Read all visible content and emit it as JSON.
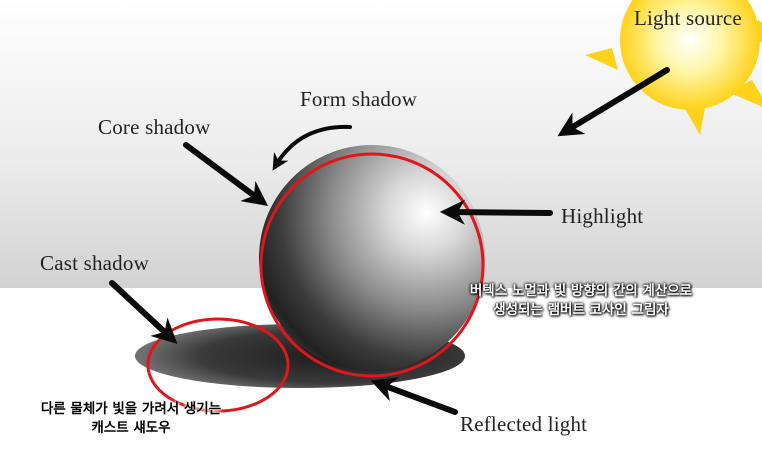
{
  "labels": {
    "light_source": "Light source",
    "form_shadow": "Form shadow",
    "core_shadow": "Core shadow",
    "highlight": "Highlight",
    "cast_shadow": "Cast shadow",
    "reflected_light": "Reflected light"
  },
  "captions": {
    "lambert": [
      "버텍스 노멀과 빛 방향의 간의 계산으로",
      "생성되는 램버트 코사인 그림자"
    ],
    "cast": [
      "다른 물체가 빛을 가려서 생기는",
      "캐스트 섀도우"
    ]
  },
  "colors": {
    "highlight_ring": "#e0161b",
    "arrow": "#0a0a0a",
    "sun": "#ffd21a"
  }
}
